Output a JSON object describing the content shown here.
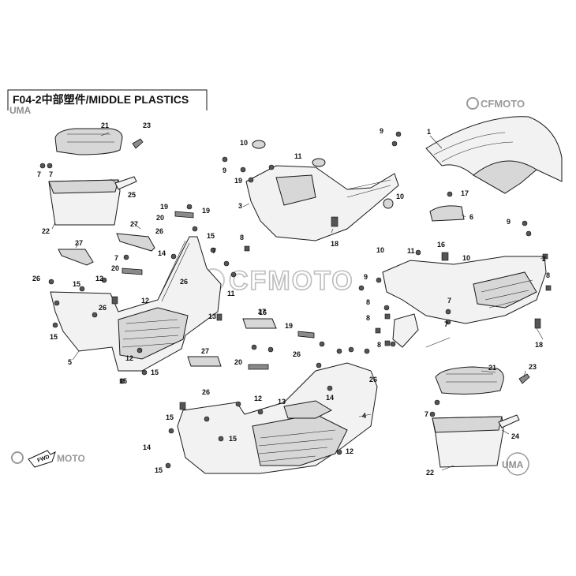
{
  "header": {
    "title": "F04-2中部塑件/MIDDLE PLASTICS",
    "brand_top": "CFMOTO",
    "brand_watermark": "CFMOTO",
    "brand_bottom": "MOTO",
    "uma_label": "UMA",
    "fwd_label": "FWD"
  },
  "callouts": [
    {
      "id": "c1",
      "label": "1"
    },
    {
      "id": "c2",
      "label": "2"
    },
    {
      "id": "c3",
      "label": "3"
    },
    {
      "id": "c4",
      "label": "4"
    },
    {
      "id": "c5",
      "label": "5"
    },
    {
      "id": "c6",
      "label": "6"
    },
    {
      "id": "c7a",
      "label": "7"
    },
    {
      "id": "c7b",
      "label": "7"
    },
    {
      "id": "c7c",
      "label": "7"
    },
    {
      "id": "c7d",
      "label": "7"
    },
    {
      "id": "c7e",
      "label": "7"
    },
    {
      "id": "c7f",
      "label": "7"
    },
    {
      "id": "c7g",
      "label": "7"
    },
    {
      "id": "c8a",
      "label": "8"
    },
    {
      "id": "c8b",
      "label": "8"
    },
    {
      "id": "c8c",
      "label": "8"
    },
    {
      "id": "c8d",
      "label": "8"
    },
    {
      "id": "c8e",
      "label": "8"
    },
    {
      "id": "c9a",
      "label": "9"
    },
    {
      "id": "c9b",
      "label": "9"
    },
    {
      "id": "c9c",
      "label": "9"
    },
    {
      "id": "c9d",
      "label": "9"
    },
    {
      "id": "c10a",
      "label": "10"
    },
    {
      "id": "c10b",
      "label": "10"
    },
    {
      "id": "c10c",
      "label": "10"
    },
    {
      "id": "c10d",
      "label": "10"
    },
    {
      "id": "c11a",
      "label": "11"
    },
    {
      "id": "c11b",
      "label": "11"
    },
    {
      "id": "c11c",
      "label": "11"
    },
    {
      "id": "c12a",
      "label": "12"
    },
    {
      "id": "c12b",
      "label": "12"
    },
    {
      "id": "c12c",
      "label": "12"
    },
    {
      "id": "c12d",
      "label": "12"
    },
    {
      "id": "c12e",
      "label": "12"
    },
    {
      "id": "c13a",
      "label": "13"
    },
    {
      "id": "c13b",
      "label": "13"
    },
    {
      "id": "c14a",
      "label": "14"
    },
    {
      "id": "c14b",
      "label": "14"
    },
    {
      "id": "c14c",
      "label": "14"
    },
    {
      "id": "c15a",
      "label": "15"
    },
    {
      "id": "c15b",
      "label": "15"
    },
    {
      "id": "c15c",
      "label": "15"
    },
    {
      "id": "c15d",
      "label": "15"
    },
    {
      "id": "c15e",
      "label": "15"
    },
    {
      "id": "c15f",
      "label": "15"
    },
    {
      "id": "c15g",
      "label": "15"
    },
    {
      "id": "c15h",
      "label": "15"
    },
    {
      "id": "c16a",
      "label": "16"
    },
    {
      "id": "c16b",
      "label": "16"
    },
    {
      "id": "c17",
      "label": "17"
    },
    {
      "id": "c18a",
      "label": "18"
    },
    {
      "id": "c18b",
      "label": "18"
    },
    {
      "id": "c19a",
      "label": "19"
    },
    {
      "id": "c19b",
      "label": "19"
    },
    {
      "id": "c19c",
      "label": "19"
    },
    {
      "id": "c19d",
      "label": "19"
    },
    {
      "id": "c20a",
      "label": "20"
    },
    {
      "id": "c20b",
      "label": "20"
    },
    {
      "id": "c20c",
      "label": "20"
    },
    {
      "id": "c21a",
      "label": "21"
    },
    {
      "id": "c21b",
      "label": "21"
    },
    {
      "id": "c22a",
      "label": "22"
    },
    {
      "id": "c22b",
      "label": "22"
    },
    {
      "id": "c23a",
      "label": "23"
    },
    {
      "id": "c23b",
      "label": "23"
    },
    {
      "id": "c24",
      "label": "24"
    },
    {
      "id": "c25",
      "label": "25"
    },
    {
      "id": "c26a",
      "label": "26"
    },
    {
      "id": "c26b",
      "label": "26"
    },
    {
      "id": "c26c",
      "label": "26"
    },
    {
      "id": "c26d",
      "label": "26"
    },
    {
      "id": "c26e",
      "label": "26"
    },
    {
      "id": "c26f",
      "label": "26"
    },
    {
      "id": "c26g",
      "label": "26"
    },
    {
      "id": "c27a",
      "label": "27"
    },
    {
      "id": "c27b",
      "label": "27"
    },
    {
      "id": "c27c",
      "label": "27"
    },
    {
      "id": "c27d",
      "label": "27"
    }
  ]
}
